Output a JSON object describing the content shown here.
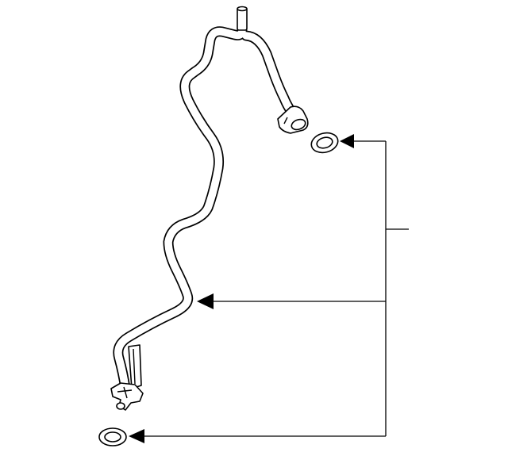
{
  "diagram": {
    "type": "exploded parts illustration",
    "parts": [
      "tube",
      "upper-o-ring-seal",
      "lower-o-ring-seal",
      "upper-fitting",
      "lower-fitting"
    ],
    "callout_targets": [
      "upper-o-ring-seal",
      "tube",
      "lower-o-ring-seal"
    ],
    "colors": {
      "line": "#000000",
      "background": "#ffffff"
    }
  }
}
